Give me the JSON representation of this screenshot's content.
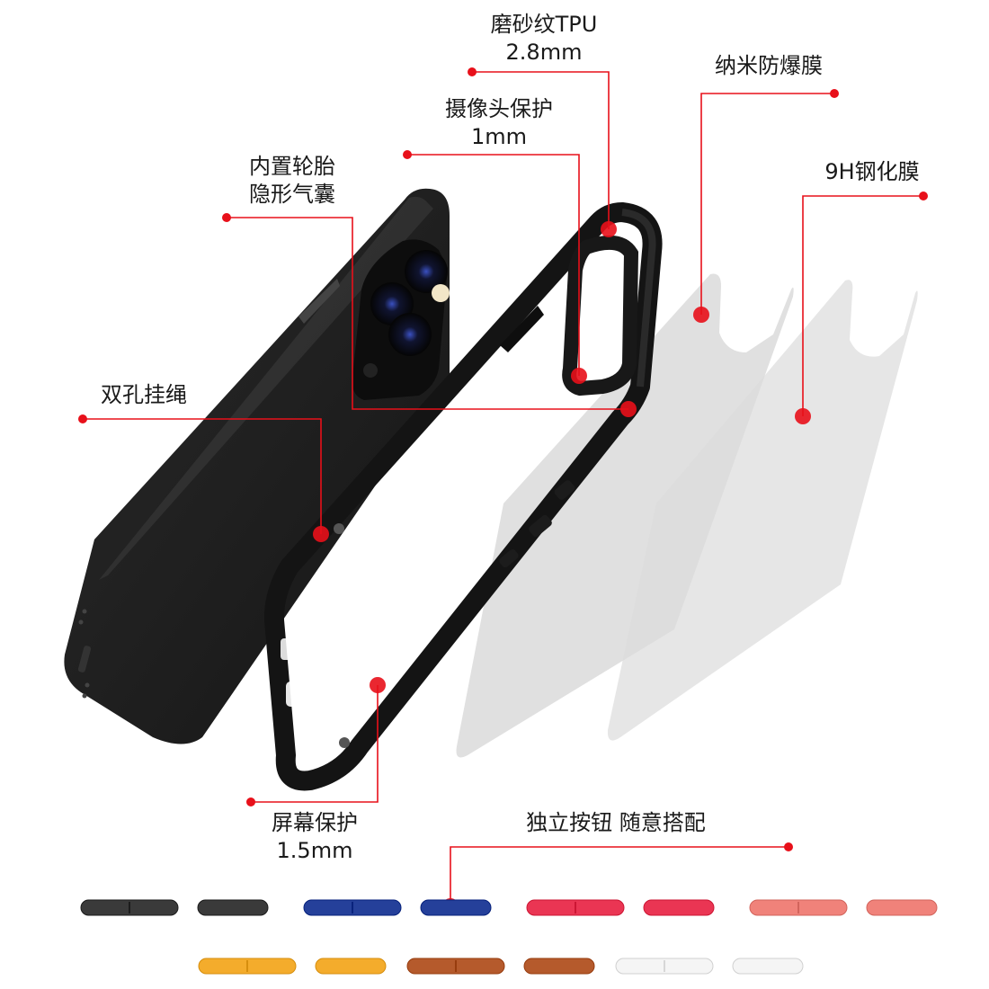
{
  "callouts": {
    "matte_tpu": {
      "line1": "磨砂纹TPU",
      "line2": "2.8mm"
    },
    "nano_film": {
      "line1": "纳米防爆膜"
    },
    "camera_protection": {
      "line1": "摄像头保护",
      "line2": "1mm"
    },
    "airbag": {
      "line1": "内置轮胎",
      "line2": "隐形气囊"
    },
    "tempered_glass": {
      "line1": "9H钢化膜"
    },
    "lanyard_holes": {
      "line1": "双孔挂绳"
    },
    "screen_protection": {
      "line1": "屏幕保护",
      "line2": "1.5mm"
    },
    "buttons": {
      "line1": "独立按钮 随意搭配"
    }
  },
  "accent_color": "#e8101a",
  "button_colors": [
    {
      "name": "black",
      "hex": "#3a3a3a"
    },
    {
      "name": "blue",
      "hex": "#25409a"
    },
    {
      "name": "red",
      "hex": "#ea3553"
    },
    {
      "name": "coral",
      "hex": "#f0827a"
    },
    {
      "name": "yellow",
      "hex": "#f4ac2c"
    },
    {
      "name": "brown",
      "hex": "#b55a2c"
    },
    {
      "name": "white",
      "hex": "#f5f5f5"
    }
  ]
}
